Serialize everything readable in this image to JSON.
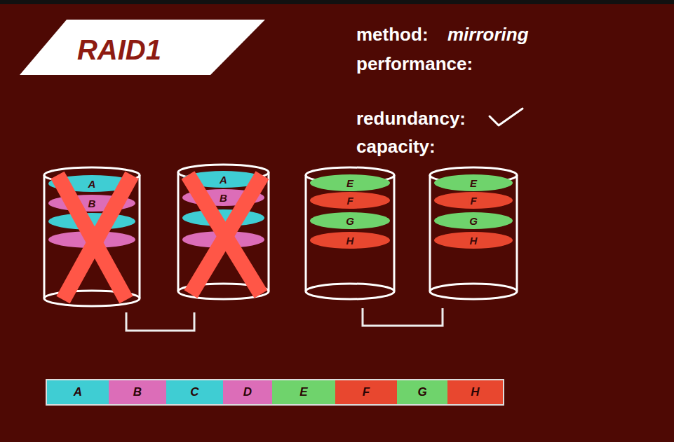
{
  "diagram": {
    "title": "RAID1",
    "nodes": [
      {
        "text": [
          "A",
          "B"
        ]
      },
      {
        "text": [
          "A",
          "B"
        ]
      },
      {
        "text": [
          "E",
          "F",
          "G",
          "H"
        ]
      },
      {
        "text": [
          "E",
          "F",
          "G",
          "H"
        ]
      },
      {
        "text": [
          "A"
        ]
      },
      {
        "text": [
          "B"
        ]
      },
      {
        "text": [
          "C"
        ]
      },
      {
        "text": [
          "D"
        ]
      },
      {
        "text": [
          "E"
        ]
      },
      {
        "text": [
          "F"
        ]
      },
      {
        "text": [
          "G"
        ]
      },
      {
        "text": [
          "H"
        ]
      }
    ],
    "labels": [
      "method:",
      "mirroring",
      "performance:",
      "redundancy:",
      "capacity:"
    ]
  }
}
